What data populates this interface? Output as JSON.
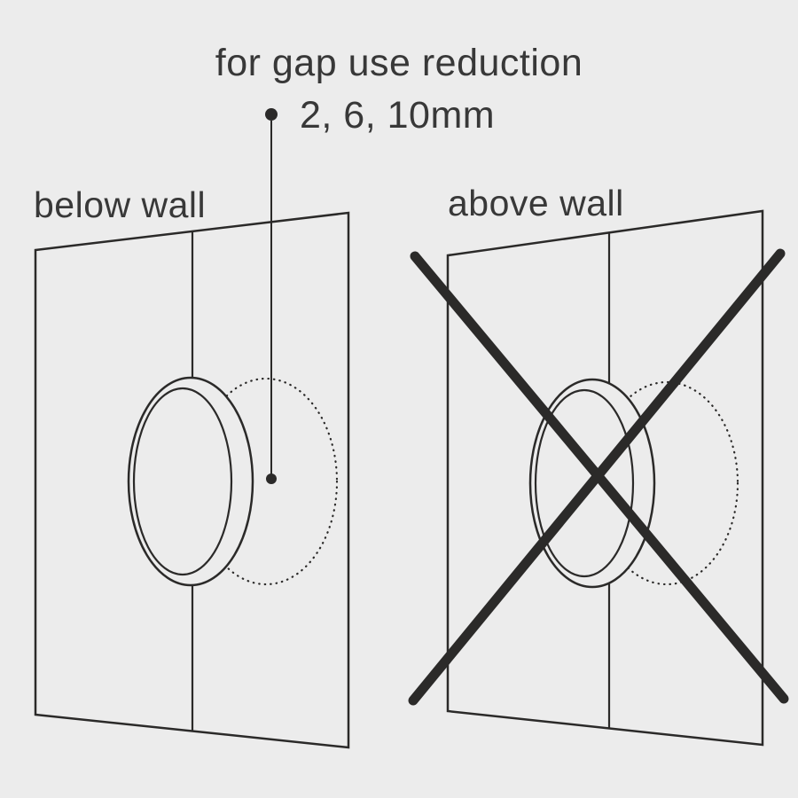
{
  "title": {
    "line1": "for gap use reduction",
    "line2": "2, 6, 10mm"
  },
  "panels": {
    "left": {
      "label": "below wall"
    },
    "right": {
      "label": "above wall"
    }
  },
  "icons": {
    "bullet_dot": "leader-start-dot",
    "leader_end": "leader-endpoint-dot",
    "cross": "prohibition-cross"
  },
  "colors": {
    "background": "#ececec",
    "line": "#2b2a29",
    "text": "#383838"
  }
}
